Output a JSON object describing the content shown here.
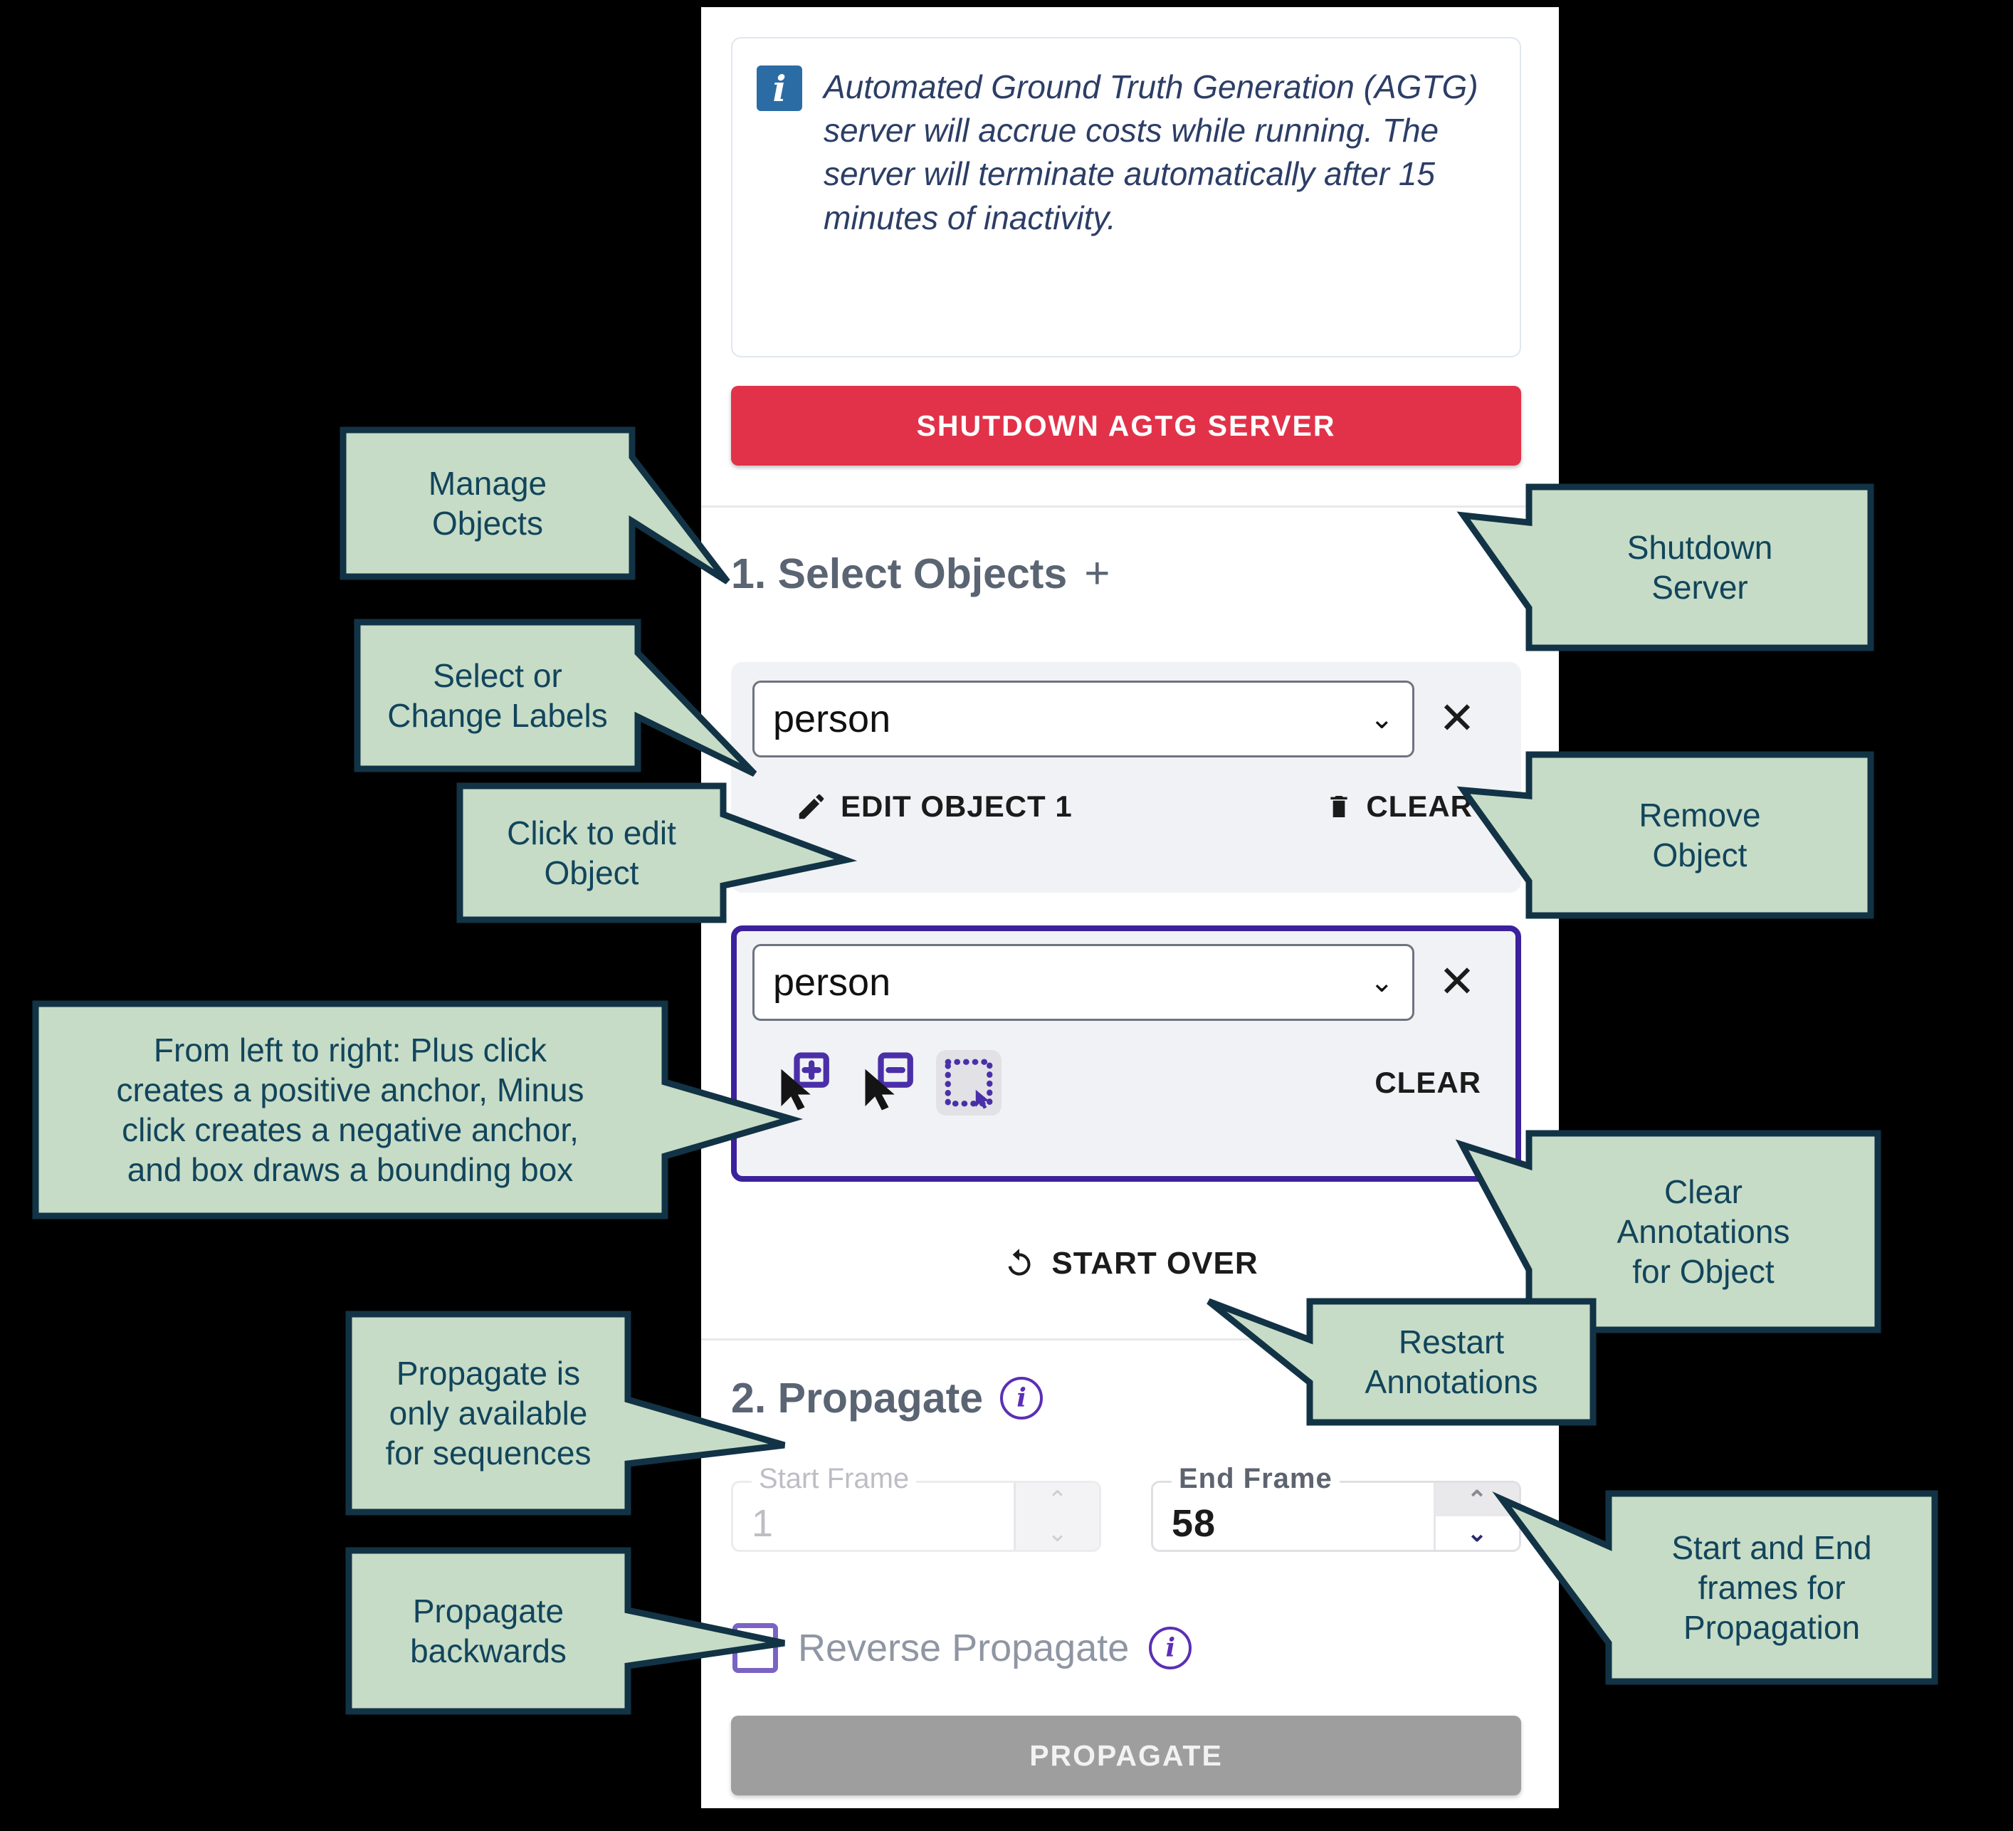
{
  "panel": {
    "alert": {
      "icon": "info-icon",
      "text": "Automated Ground Truth Generation (AGTG) server will accrue costs while running.\nThe server will terminate automatically after 15 minutes of inactivity."
    },
    "shutdown_button": "SHUTDOWN AGTG SERVER",
    "section1": {
      "title": "1. Select Objects",
      "add_icon": "+"
    },
    "objects": [
      {
        "label": "person",
        "chevron": "⌄",
        "close": "✕",
        "edit_label": "EDIT OBJECT 1",
        "clear_label": "CLEAR",
        "active": false
      },
      {
        "label": "person",
        "chevron": "⌄",
        "close": "✕",
        "clear_label": "CLEAR",
        "active": true,
        "tools": [
          "cursor-plus-icon",
          "cursor-minus-icon",
          "bounding-box-icon"
        ]
      }
    ],
    "start_over": "START OVER",
    "section2": {
      "title": "2. Propagate",
      "info_icon": "i"
    },
    "start_frame": {
      "label": "Start Frame",
      "value": "1",
      "disabled": true
    },
    "end_frame": {
      "label": "End Frame",
      "value": "58",
      "disabled": false
    },
    "reverse_propagate": {
      "label": "Reverse Propagate",
      "checked": false,
      "info_icon": "i"
    },
    "propagate_button": "PROPAGATE"
  },
  "callouts": [
    {
      "id": "manage-objects",
      "text": "Manage\nObjects"
    },
    {
      "id": "select-change-labels",
      "text": "Select or\nChange Labels"
    },
    {
      "id": "click-to-edit",
      "text": "Click to edit\nObject"
    },
    {
      "id": "anchor-tools",
      "text": "From left to right: Plus click\ncreates a positive anchor, Minus\nclick creates a negative anchor,\nand box draws a bounding box"
    },
    {
      "id": "propagate-sequences",
      "text": "Propagate is\nonly available\nfor sequences"
    },
    {
      "id": "propagate-backwards",
      "text": "Propagate\nbackwards"
    },
    {
      "id": "shutdown-server",
      "text": "Shutdown\nServer"
    },
    {
      "id": "remove-object",
      "text": "Remove\nObject"
    },
    {
      "id": "clear-annotations",
      "text": "Clear\nAnnotations\nfor Object"
    },
    {
      "id": "restart-annotations",
      "text": "Restart\nAnnotations"
    },
    {
      "id": "start-end-frames",
      "text": "Start and End\nframes for\nPropagation"
    }
  ],
  "colors": {
    "accent_red": "#e23249",
    "accent_purple": "#3c219c",
    "callout_fill": "#c7dcc6",
    "callout_stroke": "#123345",
    "info_blue": "#2c6ca5"
  }
}
